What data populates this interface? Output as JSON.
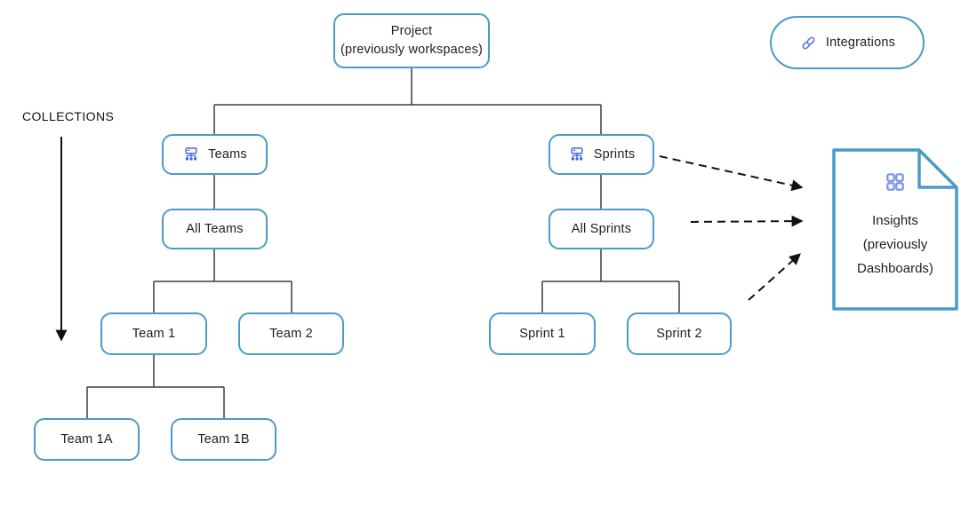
{
  "colors": {
    "node_border": "#4a9bc9",
    "connector": "#3d3d3d",
    "dashed_arrow": "#111111",
    "org_chart_icon_blue": "#4667df",
    "link_icon_blue": "#5b7de8",
    "grid_icon_blue": "#7b96e8",
    "text": "#1f1f1f",
    "background": "#ffffff"
  },
  "labels": {
    "collections": "COLLECTIONS"
  },
  "nodes": {
    "project": {
      "line1": "Project",
      "line2": "(previously workspaces)"
    },
    "integrations": {
      "label": "Integrations",
      "icon": "link-icon"
    },
    "teams": {
      "label": "Teams",
      "icon": "org-chart-icon"
    },
    "all_teams": {
      "label": "All Teams"
    },
    "team1": {
      "label": "Team 1"
    },
    "team2": {
      "label": "Team 2"
    },
    "team1a": {
      "label": "Team 1A"
    },
    "team1b": {
      "label": "Team 1B"
    },
    "sprints": {
      "label": "Sprints",
      "icon": "org-chart-icon"
    },
    "all_sprints": {
      "label": "All Sprints"
    },
    "sprint1": {
      "label": "Sprint 1"
    },
    "sprint2": {
      "label": "Sprint 2"
    },
    "insights": {
      "line1": "Insights",
      "line2": "(previously",
      "line3": "Dashboards)",
      "icon": "grid-icon"
    }
  }
}
